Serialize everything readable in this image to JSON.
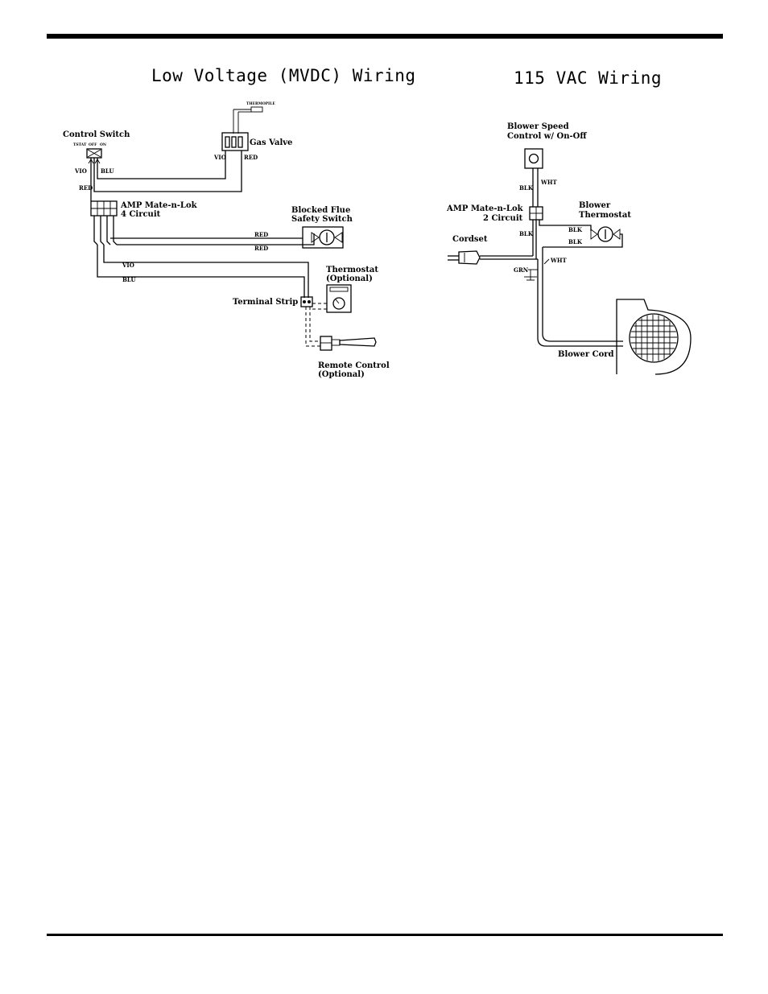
{
  "page": {
    "left_title": "Low Voltage (MVDC) Wiring",
    "right_title": "115 VAC Wiring"
  },
  "low_voltage": {
    "control_switch": "Control Switch",
    "switch_positions": [
      "TSTAT",
      "OFF",
      "ON"
    ],
    "thermopile": "THERMOPILE",
    "gas_valve": "Gas Valve",
    "amp_line1": "AMP Mate-n-Lok",
    "amp_line2": "4 Circuit",
    "blocked_flue_line1": "Blocked Flue",
    "blocked_flue_line2": "Safety Switch",
    "thermostat_line1": "Thermostat",
    "thermostat_line2": "(Optional)",
    "terminal_strip": "Terminal Strip",
    "remote_line1": "Remote Control",
    "remote_line2": "(Optional)",
    "wires": {
      "vio_switch": "VIO",
      "blu_switch": "BLU",
      "red_switch": "RED",
      "vio_valve": "VIO",
      "red_valve": "RED",
      "red_flue_1": "RED",
      "red_flue_2": "RED",
      "vio_strip": "VIO",
      "blu_strip": "BLU"
    }
  },
  "vac": {
    "blower_speed_line1": "Blower Speed",
    "blower_speed_line2": "Control w/ On-Off",
    "amp_line1": "AMP Mate-n-Lok",
    "amp_line2": "2 Circuit",
    "cordset": "Cordset",
    "blower_thermostat_line1": "Blower",
    "blower_thermostat_line2": "Thermostat",
    "blower_cord": "Blower Cord",
    "wires": {
      "blk_top": "BLK",
      "wht_top": "WHT",
      "blk_left": "BLK",
      "blk_therm_1": "BLK",
      "blk_therm_2": "BLK",
      "grn": "GRN",
      "wht_bottom": "WHT"
    }
  }
}
